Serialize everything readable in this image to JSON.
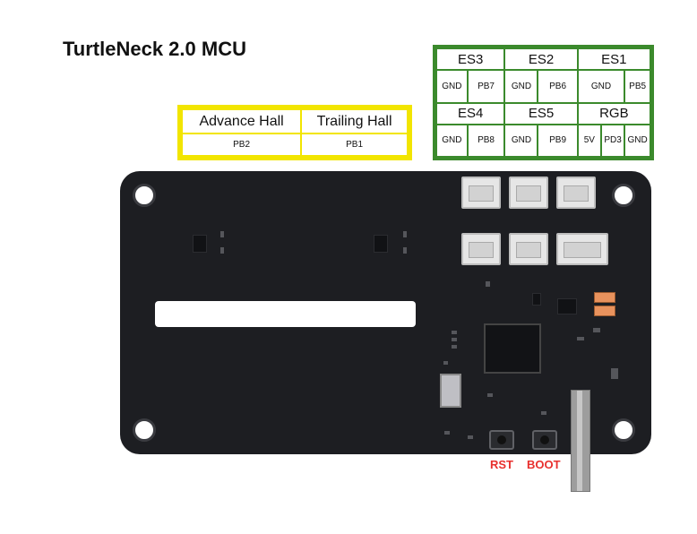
{
  "title": "TurtleNeck 2.0 MCU",
  "hall_table": {
    "headers": [
      "Advance Hall",
      "Trailing Hall"
    ],
    "values": [
      "PB2",
      "PB1"
    ]
  },
  "es_table": {
    "row1_headers": [
      "ES3",
      "ES2",
      "ES1"
    ],
    "row1_pins": [
      [
        "GND",
        "PB7"
      ],
      [
        "GND",
        "PB6"
      ],
      [
        "GND",
        "PB5"
      ]
    ],
    "row2_headers": [
      "ES4",
      "ES5",
      "RGB"
    ],
    "row2_pins": [
      [
        "GND",
        "PB8"
      ],
      [
        "GND",
        "PB9"
      ],
      [
        "5V",
        "PD3",
        "GND"
      ]
    ]
  },
  "buttons": {
    "rst": "RST",
    "boot": "BOOT"
  },
  "colors": {
    "hall_border": "#f2e500",
    "es_border": "#3b8a2c",
    "pcb": "#1d1e22",
    "button_label": "#e8302e"
  }
}
